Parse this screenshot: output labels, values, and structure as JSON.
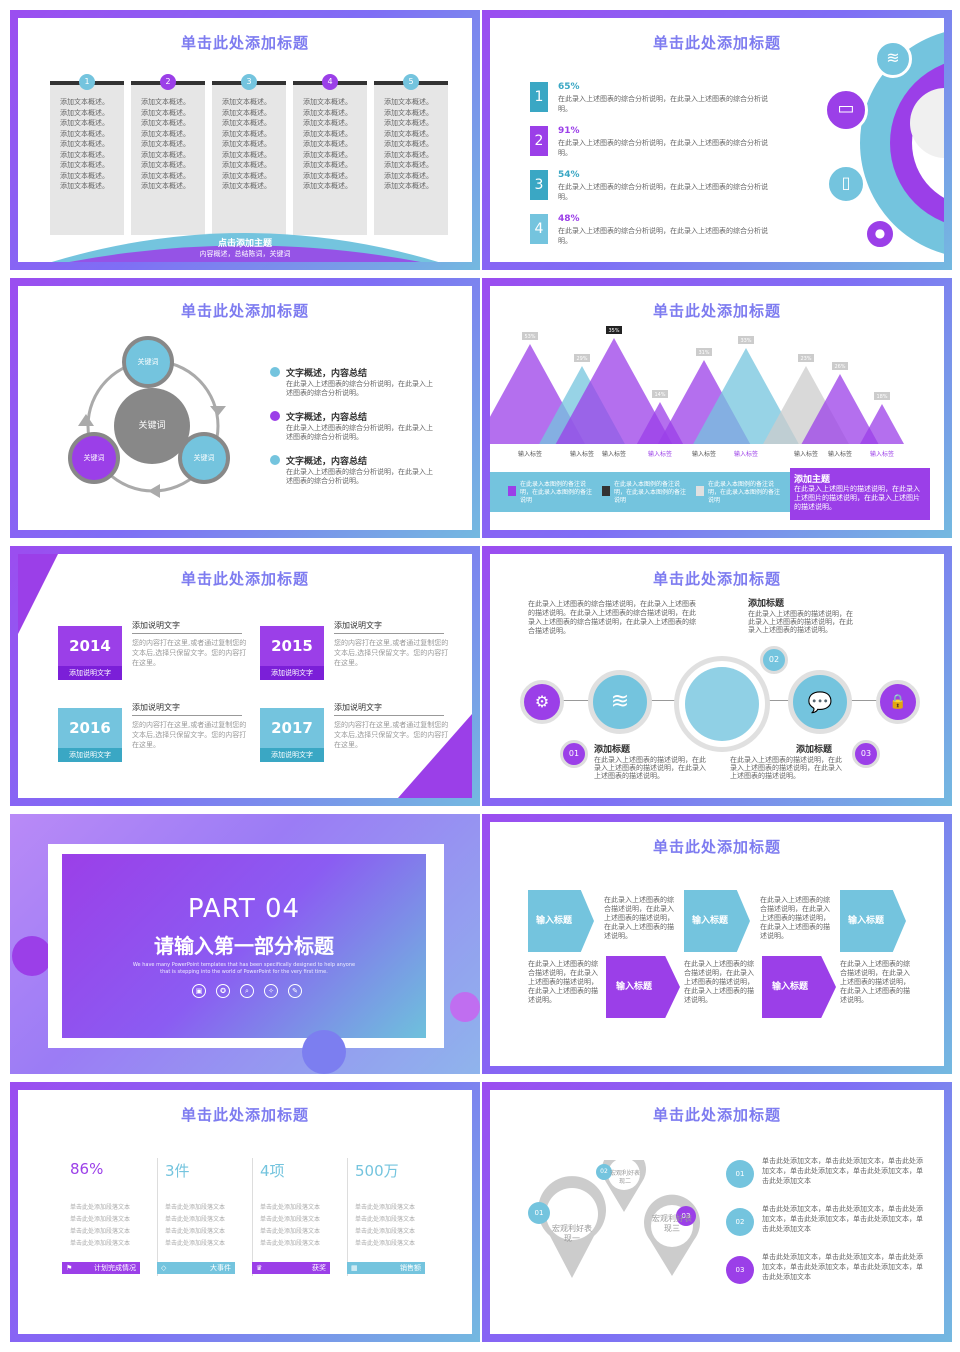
{
  "s1": {
    "title": "单击此处添加标题",
    "cols": [
      {
        "n": "1"
      },
      {
        "n": "2"
      },
      {
        "n": "3"
      },
      {
        "n": "4"
      },
      {
        "n": "5"
      }
    ],
    "line": "添加文本概述。",
    "topic": "点击添加主题",
    "sub": "内容概述，总结陈词，关键词"
  },
  "s2": {
    "title": "单击此处添加标题",
    "items": [
      {
        "n": "1",
        "pct": "65%",
        "text": "在此录入上述图表的综合分析说明，在此录入上述图表的综合分析说明。"
      },
      {
        "n": "2",
        "pct": "91%",
        "text": "在此录入上述图表的综合分析说明，在此录入上述图表的综合分析说明。"
      },
      {
        "n": "3",
        "pct": "54%",
        "text": "在此录入上述图表的综合分析说明，在此录入上述图表的综合分析说明。"
      },
      {
        "n": "4",
        "pct": "48%",
        "text": "在此录入上述图表的综合分析说明，在此录入上述图表的综合分析说明。"
      }
    ]
  },
  "s3": {
    "title": "单击此处添加标题",
    "center": "关键词",
    "k1": "关键词",
    "k2": "关键词",
    "k3": "关键词",
    "items": [
      {
        "h": "文字概述，内容总结",
        "t": "在此录入上述图表的综合分析说明，在此录入上述图表的综合分析说明。"
      },
      {
        "h": "文字概述，内容总结",
        "t": "在此录入上述图表的综合分析说明，在此录入上述图表的综合分析说明。"
      },
      {
        "h": "文字概述，内容总结",
        "t": "在此录入上述图表的综合分析说明，在此录入上述图表的综合分析说明。"
      }
    ]
  },
  "s4": {
    "title": "单击此处添加标题",
    "tags": [
      "53%",
      "29%",
      "35%",
      "14%",
      "31%",
      "33%",
      "23%",
      "26%",
      "18%"
    ],
    "labels": [
      "输入标签",
      "输入标签",
      "输入标签",
      "输入标签",
      "输入标签",
      "输入标签",
      "输入标签",
      "输入标签",
      "输入标签"
    ],
    "legend": [
      "在此录入本图例的备注说明，在此录入本图例的备注说明",
      "在此录入本图例的备注说明，在此录入本图例的备注说明",
      "在此录入本图例的备注说明，在此录入本图例的备注说明"
    ],
    "boxTitle": "添加主题",
    "boxText": "在此录入上述图片的描述说明，在此录入上述图片的描述说明，在此录入上述图片的描述说明。"
  },
  "s5": {
    "title": "单击此处添加标题",
    "items": [
      {
        "year": "2014",
        "tag": "添加说明文字",
        "h": "添加说明文字",
        "t": "您的内容打在这里,或者通过复制您的文本后,选择只保留文字。您的内容打在这里。"
      },
      {
        "year": "2015",
        "tag": "添加说明文字",
        "h": "添加说明文字",
        "t": "您的内容打在这里,或者通过复制您的文本后,选择只保留文字。您的内容打在这里。"
      },
      {
        "year": "2016",
        "tag": "添加说明文字",
        "h": "添加说明文字",
        "t": "您的内容打在这里,或者通过复制您的文本后,选择只保留文字。您的内容打在这里。"
      },
      {
        "year": "2017",
        "tag": "添加说明文字",
        "h": "添加说明文字",
        "t": "您的内容打在这里,或者通过复制您的文本后,选择只保留文字。您的内容打在这里。"
      }
    ]
  },
  "s6": {
    "title": "单击此处添加标题",
    "topText": "在此录入上述图表的综合描述说明，在此录入上述图表的描述说明。在此录入上述图表的综合描述说明，在此录入上述图表的综合描述说明，在此录入上述图表的综合描述说明。",
    "h": "添加标题",
    "t": "在此录入上述图表的描述说明，在此录入上述图表的描述说明，在此录入上述图表的描述说明。",
    "n1": "01",
    "n2": "02",
    "n3": "03"
  },
  "s7": {
    "part": "PART 04",
    "title": "请输入第一部分标题",
    "desc1": "We have many PowerPoint templates that has been specifically designed to help anyone",
    "desc2": "that is stepping into the world of PowerPoint for the very first time."
  },
  "s8": {
    "title": "单击此处添加标题",
    "label": "输入标题",
    "text": "在此录入上述图表的综合描述说明，在此录入上述图表的描述说明，在此录入上述图表的描述说明。"
  },
  "s9": {
    "title": "单击此处添加标题",
    "cols": [
      {
        "v": "86%",
        "btn": "计划完成情况"
      },
      {
        "v": "3件",
        "btn": "大事件"
      },
      {
        "v": "4项",
        "btn": "获奖"
      },
      {
        "v": "500万",
        "btn": "销售额"
      }
    ],
    "line": "单击此处添加段落文本"
  },
  "s10": {
    "title": "单击此处添加标题",
    "pins": [
      {
        "n": "01",
        "t": "宏观利好表现一"
      },
      {
        "n": "02",
        "t": "宏观利好表现二"
      },
      {
        "n": "03",
        "t": "宏观利好表现三"
      }
    ],
    "items": [
      {
        "n": "01",
        "t": "单击此处添加文本，单击此处添加文本，单击此处添加文本，单击此处添加文本，单击此处添加文本，单击此处添加文本"
      },
      {
        "n": "02",
        "t": "单击此处添加文本，单击此处添加文本，单击此处添加文本，单击此处添加文本，单击此处添加文本，单击此处添加文本"
      },
      {
        "n": "03",
        "t": "单击此处添加文本，单击此处添加文本，单击此处添加文本，单击此处添加文本，单击此处添加文本，单击此处添加文本"
      }
    ]
  }
}
